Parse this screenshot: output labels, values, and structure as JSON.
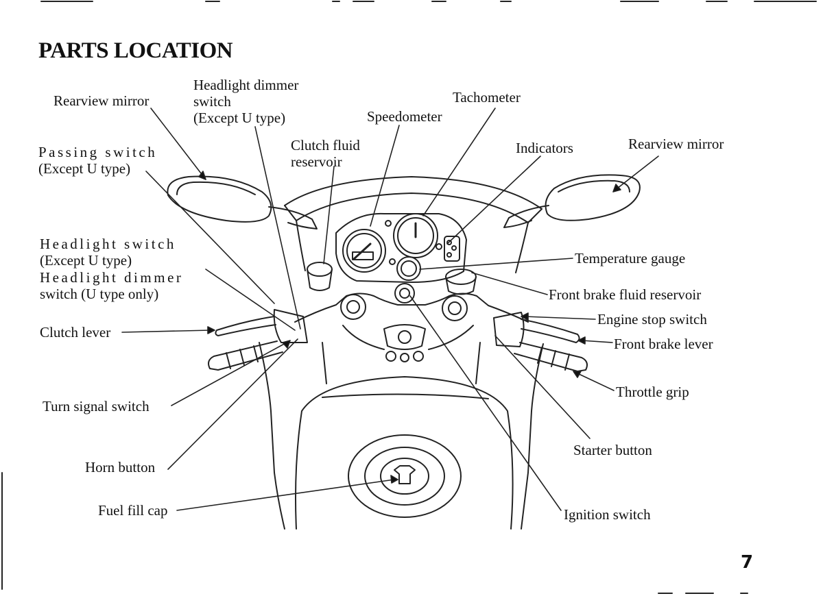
{
  "title": "PARTS LOCATION",
  "page_number": "7",
  "labels": {
    "rearview_mirror_left": "Rearview mirror",
    "dimmer_switch_top": [
      "Headlight dimmer",
      "switch",
      "(Except U type)"
    ],
    "tachometer": "Tachometer",
    "speedometer": "Speedometer",
    "passing_switch": [
      "Passing switch",
      "(Except U type)"
    ],
    "clutch_fluid_reservoir": [
      "Clutch fluid",
      "reservoir"
    ],
    "indicators": "Indicators",
    "rearview_mirror_right": "Rearview mirror",
    "headlight_switch": [
      "Headlight switch",
      "(Except U type)"
    ],
    "dimmer_switch_u": [
      "Headlight dimmer",
      "switch (U type only)"
    ],
    "temperature_gauge": "Temperature gauge",
    "front_brake_fluid_reservoir": "Front brake fluid reservoir",
    "engine_stop_switch": "Engine stop switch",
    "clutch_lever": "Clutch lever",
    "front_brake_lever": "Front brake lever",
    "throttle_grip": "Throttle grip",
    "turn_signal_switch": "Turn signal switch",
    "starter_button": "Starter button",
    "horn_button": "Horn button",
    "fuel_fill_cap": "Fuel fill cap",
    "ignition_switch": "Ignition switch"
  }
}
